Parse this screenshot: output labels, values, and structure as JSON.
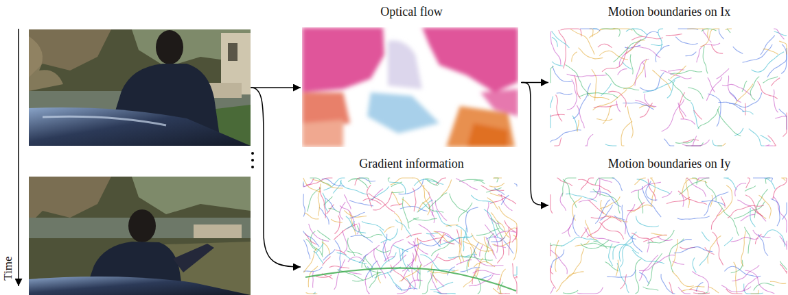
{
  "diagram": {
    "nodes": [
      {
        "text": [
          "Optical flow"
        ]
      },
      {
        "text": [
          "Motion boundaries on Ix"
        ]
      },
      {
        "text": [
          "Gradient information"
        ]
      },
      {
        "text": [
          "Motion boundaries on Iy"
        ]
      }
    ],
    "edges": [
      {
        "from": 0,
        "to": 1,
        "arrow": "to"
      },
      {
        "from": 0,
        "to": 3,
        "arrow": "to"
      }
    ],
    "labels": [
      "Time"
    ]
  }
}
